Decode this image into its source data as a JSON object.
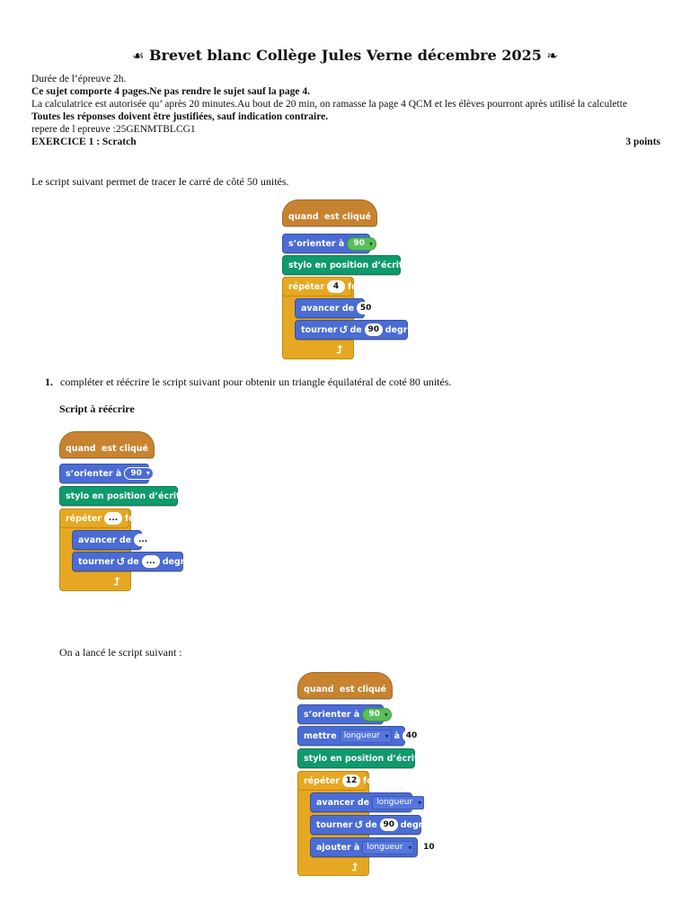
{
  "header": {
    "title": "Brevet blanc Collège Jules Verne décembre 2025",
    "ornament_left": "☙",
    "ornament_right": "❧",
    "duration": "Durée de l’épreuve 2h.",
    "pages_note": "Ce sujet comporte 4 pages.Ne pas rendre le sujet sauf la page 4.",
    "calc_note": "La calculatrice est autorisée qu’ après 20 minutes.Au bout de 20 min, on ramasse la page 4 QCM et les élèves pourront après utilisé la calculette",
    "justify_note": "Toutes les réponses doivent être justifiées, sauf indication contraire.",
    "reference": "repere de l epreuve :25GENMTBLCG1"
  },
  "exercise": {
    "title": "EXERCICE 1 : Scratch",
    "points": "3 points",
    "intro": "Le script suivant permet de tracer le carré de côté 50 unités.",
    "question_number": "1.",
    "question_text": "compléter et réécrire le script suivant pour obtenir un triangle équilatéral de coté 80 unités.",
    "subheading": "Script à réécrire",
    "launch_text": "On a lancé le script suivant :"
  },
  "scratch": {
    "when_flag_pre": "quand",
    "when_flag_post": "est cliqué",
    "point_in_direction": "s’orienter à",
    "pen_down": "stylo en position d’écriture",
    "repeat_pre": "répéter",
    "repeat_post": "fois",
    "move": "avancer de",
    "turn_pre": "tourner",
    "turn_mid": "de",
    "turn_post": "degrés",
    "set_pre": "mettre",
    "set_mid": "à",
    "change_pre": "ajouter à",
    "var_name": "longueur",
    "blank": "...",
    "script1": {
      "direction": "90",
      "repeat": "4",
      "move": "50",
      "turn": "90"
    },
    "script2": {
      "direction": "90"
    },
    "script3": {
      "direction": "90",
      "set_value": "40",
      "repeat": "12",
      "turn": "90",
      "change_value": "10"
    }
  },
  "colors": {
    "event": "#c88330",
    "motion": "#4a6cd4",
    "pen": "#0e9a6c",
    "control": "#e6a822"
  }
}
